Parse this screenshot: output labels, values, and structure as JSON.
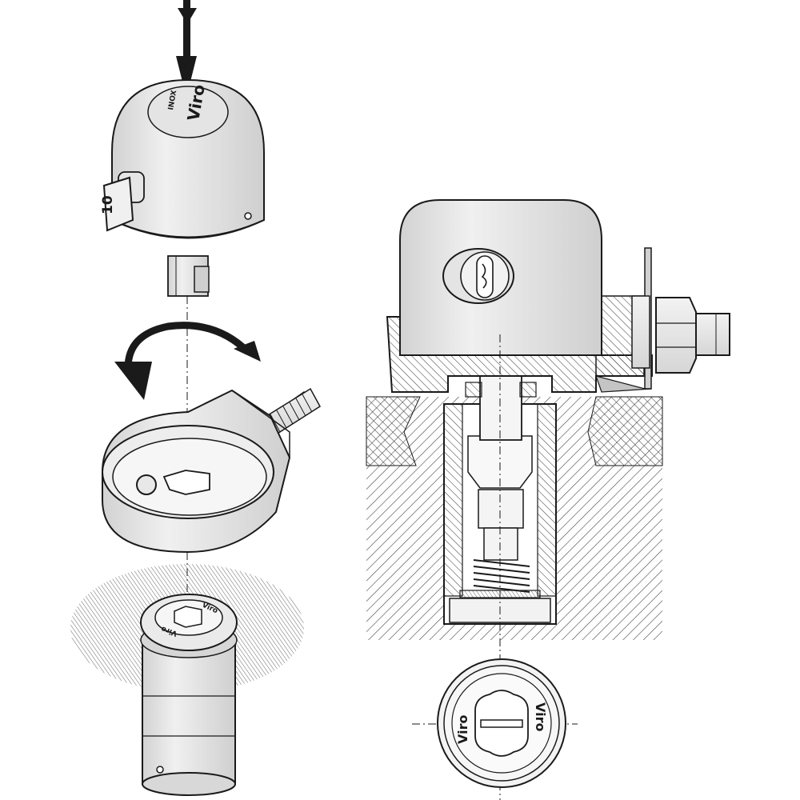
{
  "brand": {
    "name": "Viro",
    "material": "INOX"
  },
  "key": {
    "number": "10"
  },
  "colors": {
    "line": "#1a1a1a",
    "metal_fill": "#e9e9e9",
    "shadow_fill": "#cfcfcf",
    "hatch": "#444444"
  },
  "icons": [
    "down-arrow-icon",
    "rotate-arrow-icon"
  ]
}
